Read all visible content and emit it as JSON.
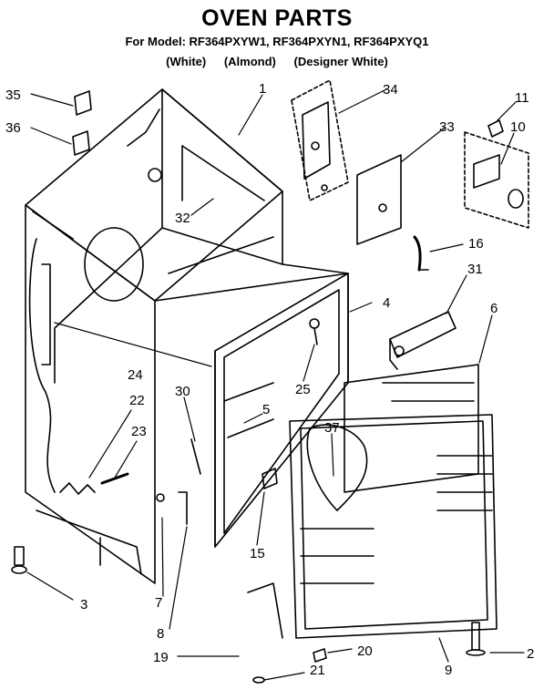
{
  "title": "OVEN PARTS",
  "model_line": "For Model: RF364PXYW1, RF364PXYN1, RF364PXYQ1",
  "variants": [
    "(White)",
    "(Almond)",
    "(Designer White)"
  ],
  "callouts": [
    "1",
    "2",
    "3",
    "4",
    "5",
    "6",
    "7",
    "8",
    "9",
    "10",
    "11",
    "15",
    "16",
    "19",
    "20",
    "21",
    "22",
    "23",
    "24",
    "25",
    "30",
    "31",
    "32",
    "33",
    "34",
    "35",
    "36",
    "37"
  ]
}
